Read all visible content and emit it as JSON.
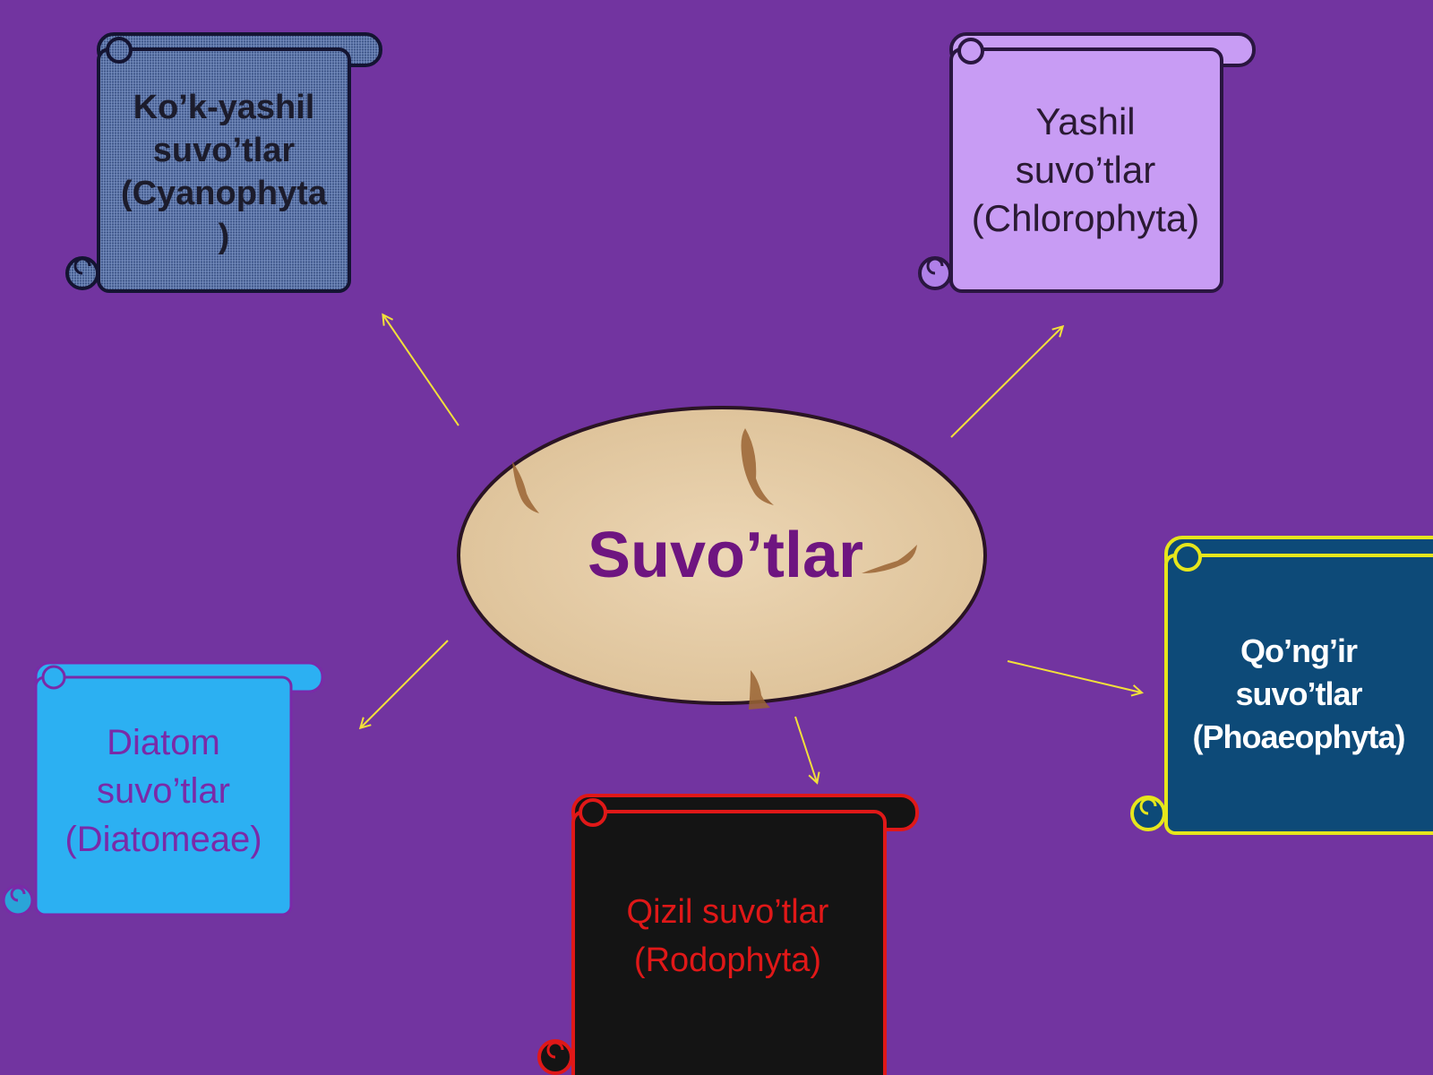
{
  "center": {
    "label": "Suvo’tlar"
  },
  "nodes": [
    {
      "id": "cyan",
      "label": "Ko’k-yashil\nsuvo’tlar\n(Cyanophyta\n)",
      "fill": "#536a9c",
      "stroke": "#141432"
    },
    {
      "id": "green",
      "label": "Yashil\nsuvo’tlar\n(Chlorophyta)",
      "fill": "#c89cf4",
      "stroke": "#2a1640"
    },
    {
      "id": "brown",
      "label": "Qo’ng’ir\nsuvo’tlar\n(Phoaeophyta)",
      "fill": "#0d4a78",
      "stroke": "#e6e61c"
    },
    {
      "id": "diatom",
      "label": "Diatom\nsuvo’tlar\n(Diatomeae)",
      "fill": "#2cb0f2",
      "stroke": "#7a2aa8"
    },
    {
      "id": "red",
      "label": "Qizil suvo’tlar\n(Rodophyta)",
      "fill": "#141414",
      "stroke": "#e01818"
    }
  ],
  "colors": {
    "background": "#7234a0",
    "arrow": "#f2e03a",
    "center_fill": "#e6ceaa",
    "center_text": "#6e1580"
  }
}
